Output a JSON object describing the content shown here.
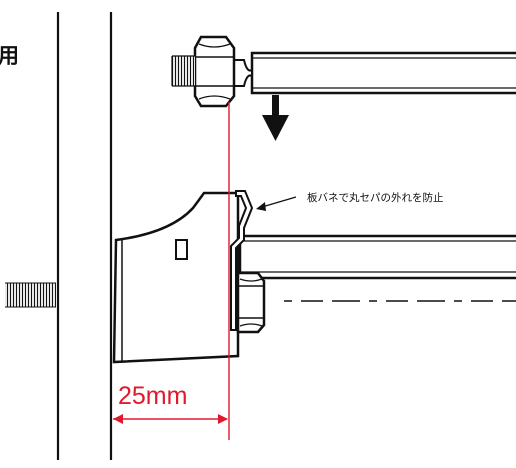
{
  "labels": {
    "use_char": "用",
    "spring_note": "板バネで丸セパの外れを防止",
    "dimension": "25mm"
  },
  "colors": {
    "line": "#111111",
    "dimension": "#e0182d",
    "background": "#ffffff"
  }
}
